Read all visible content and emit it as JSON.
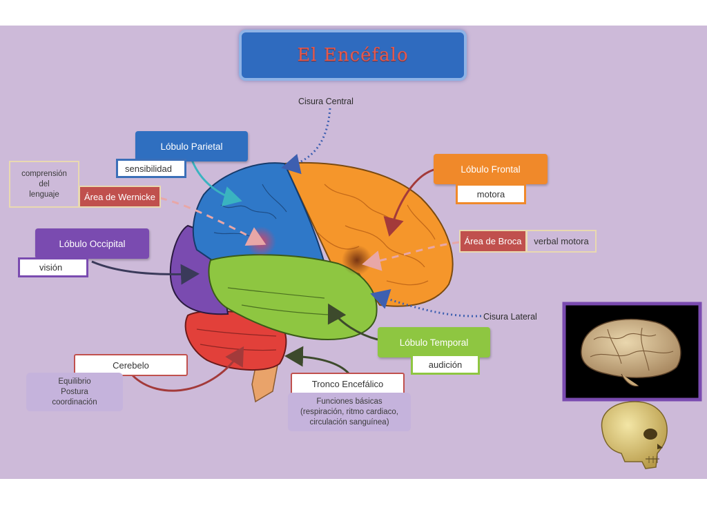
{
  "title": "El  Encéfalo",
  "labels": {
    "cisura_central": "Cisura  Central",
    "cisura_lateral": "Cisura  Lateral"
  },
  "parietal": {
    "title": "Lóbulo Parietal",
    "function": "sensibilidad"
  },
  "wernicke": {
    "title": "Área de Wernicke",
    "function_lines": [
      "comprensión",
      "del",
      "lenguaje"
    ]
  },
  "occipital": {
    "title": "Lóbulo Occipital",
    "function": "visión"
  },
  "frontal": {
    "title": "Lóbulo Frontal",
    "function": "motora"
  },
  "broca": {
    "title": "Área de Broca",
    "function": "verbal motora"
  },
  "temporal": {
    "title": "Lóbulo Temporal",
    "function": "audición"
  },
  "cerebelo": {
    "title": "Cerebelo",
    "function_lines": [
      "Equilibrio",
      "Postura",
      "coordinación"
    ]
  },
  "tronco": {
    "title": "Tronco Encefálico",
    "function_lines": [
      "Funciones básicas",
      "(respiración, ritmo cardiaco,",
      "circulación  sanguínea)"
    ]
  },
  "colors": {
    "background": "#cdbad9",
    "parietal": "#2f78c8",
    "frontal": "#f5962b",
    "occipital": "#7a4bb0",
    "temporal": "#8ec641",
    "cerebelo": "#e2403a",
    "tronco": "#e9a36a",
    "title_box": "#2f6bbf",
    "red_box": "#c0504d"
  }
}
